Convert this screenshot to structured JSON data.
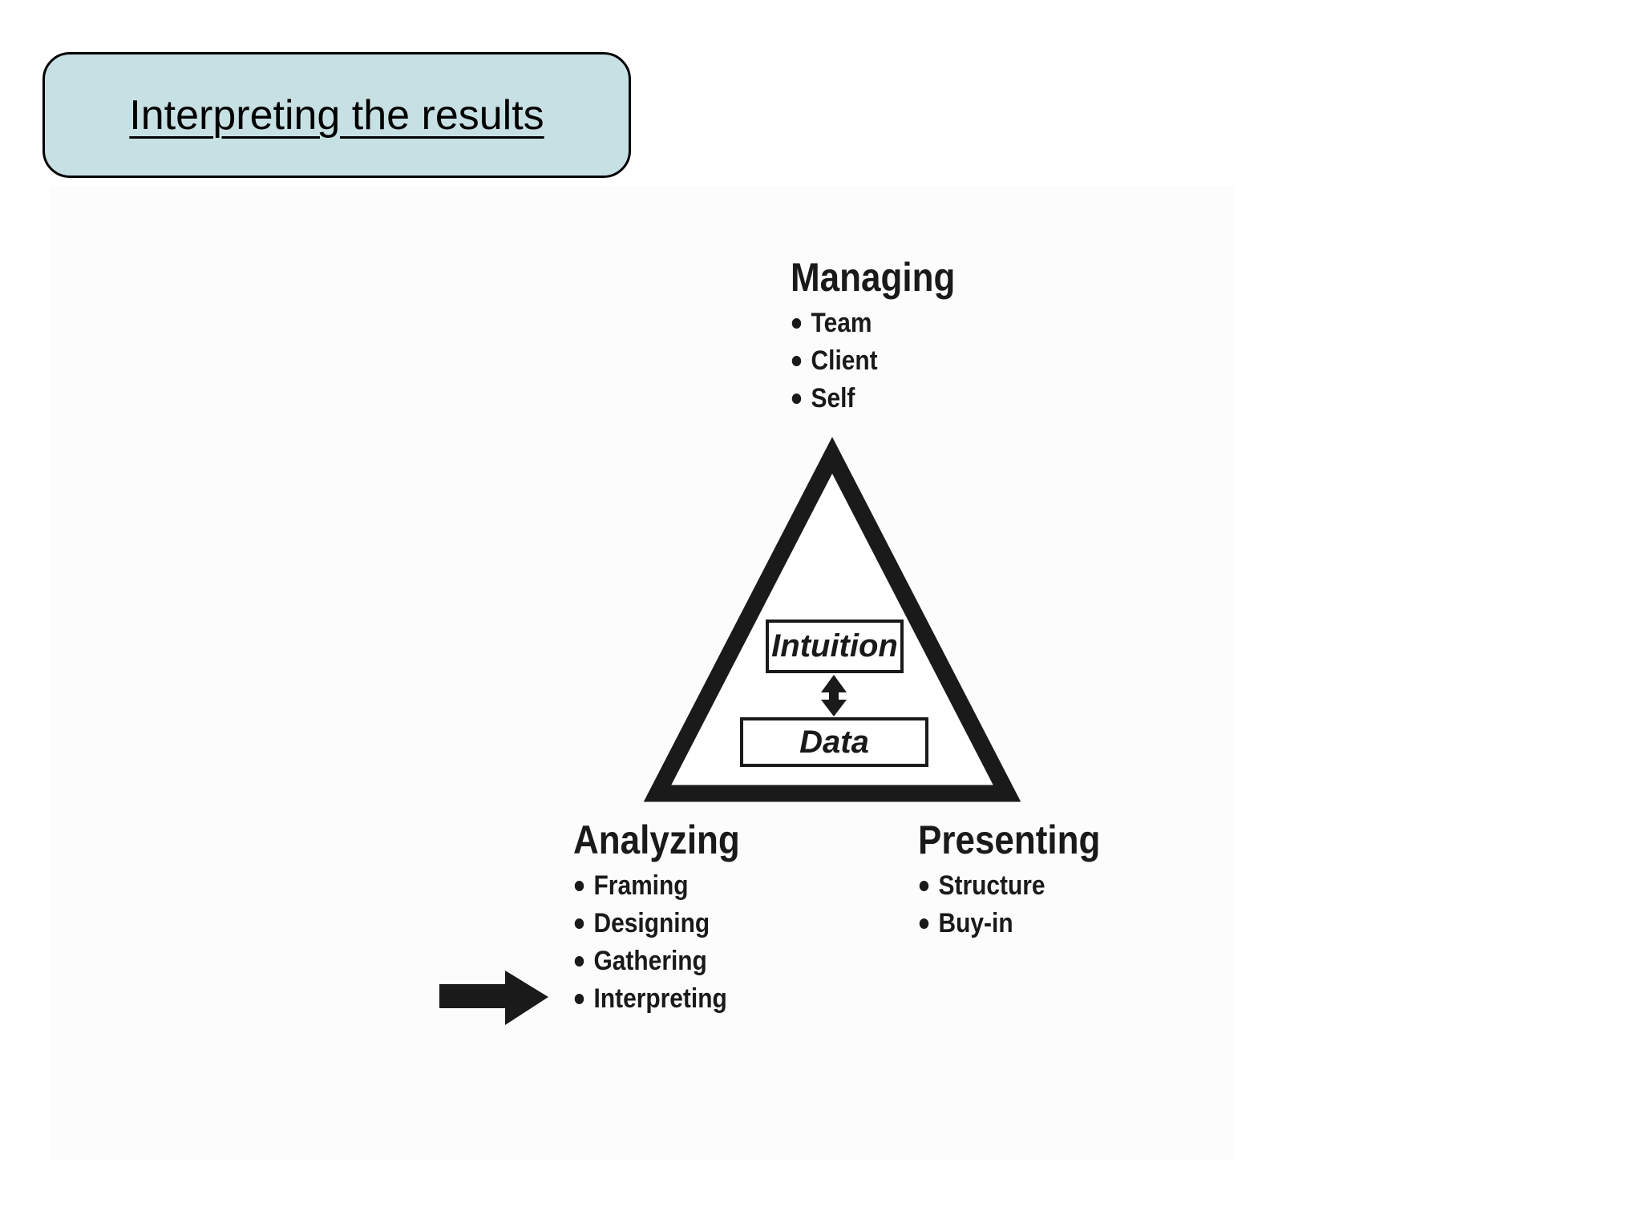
{
  "slide": {
    "title": "Interpreting the results"
  },
  "colors": {
    "background": "#ffffff",
    "title_box_bg": "#c7e0e3",
    "title_box_border": "#000000",
    "ink": "#1a1a1a"
  },
  "icons": {
    "bullet_dot": "•",
    "pointer_arrow": "→",
    "double_arrow": "↕"
  },
  "diagram": {
    "triangle_center_boxes": [
      {
        "label": "Intuition"
      },
      {
        "label": "Data"
      }
    ],
    "corners": [
      {
        "id": "managing",
        "label": "Managing",
        "bullets": [
          "Team",
          "Client",
          "Self"
        ]
      },
      {
        "id": "analyzing",
        "label": "Analyzing",
        "bullets": [
          "Framing",
          "Designing",
          "Gathering",
          "Interpreting"
        ]
      },
      {
        "id": "presenting",
        "label": "Presenting",
        "bullets": [
          "Structure",
          "Buy-in"
        ]
      }
    ],
    "pointer_arrow_target": "Interpreting"
  }
}
